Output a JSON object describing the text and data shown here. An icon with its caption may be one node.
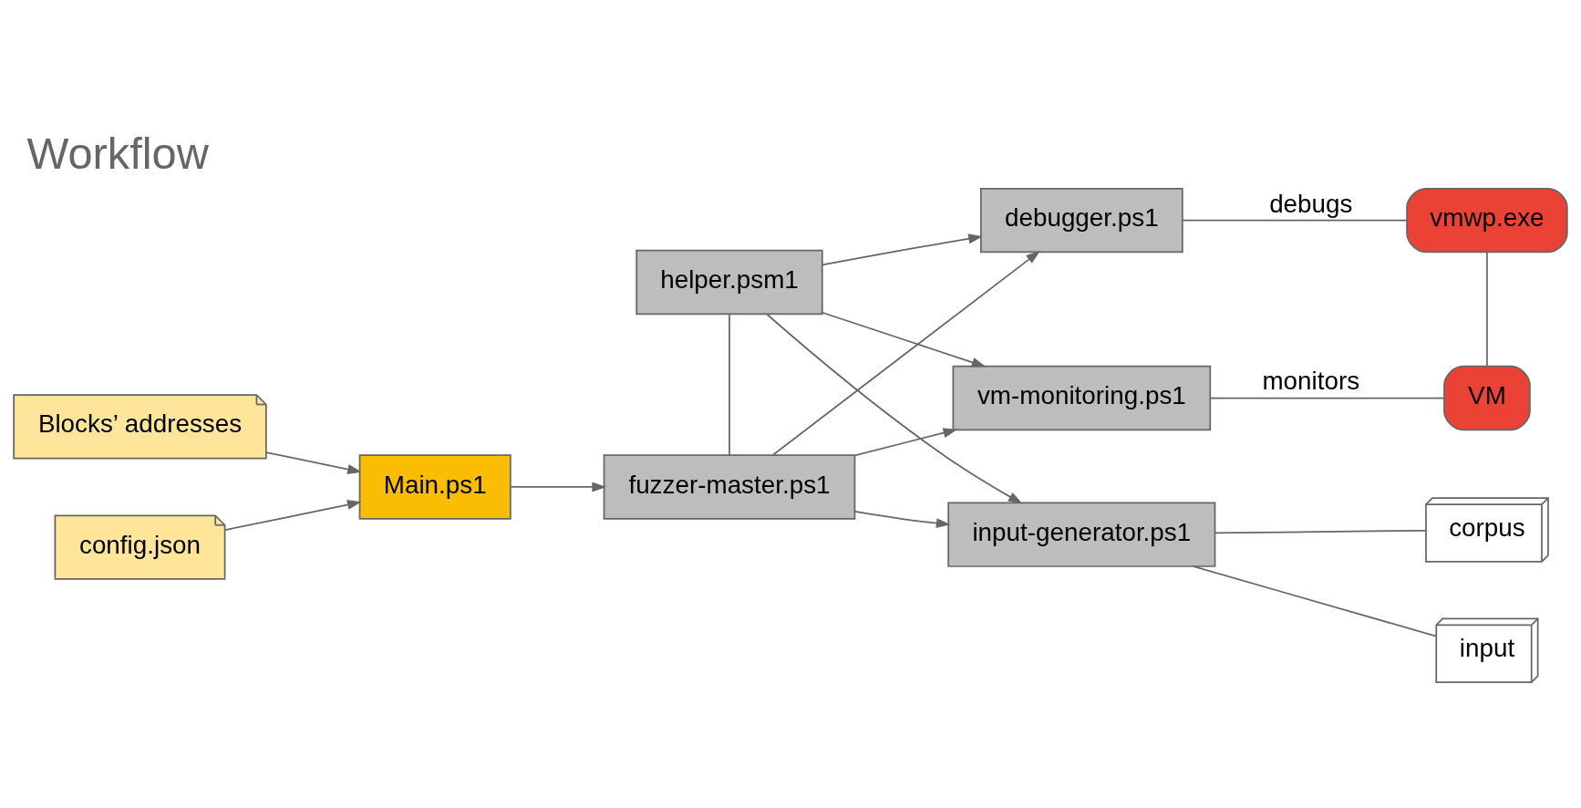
{
  "diagram": {
    "title": "Workflow",
    "nodes": [
      {
        "text": [
          "helper.psm1"
        ]
      },
      {
        "text": [
          "debugger.ps1"
        ]
      },
      {
        "text": [
          "vmwp.exe"
        ]
      },
      {
        "text": [
          "Blocks’ addresses"
        ]
      },
      {
        "text": [
          "Main.ps1"
        ]
      },
      {
        "text": [
          "fuzzer-master.ps1"
        ]
      },
      {
        "text": [
          "vm-monitoring.ps1"
        ]
      },
      {
        "text": [
          "VM"
        ]
      },
      {
        "text": [
          "config.json"
        ]
      },
      {
        "text": [
          "input-generator.ps1"
        ]
      },
      {
        "text": [
          "corpus"
        ]
      },
      {
        "text": [
          "input"
        ]
      }
    ],
    "edges": [
      {
        "from": 3,
        "to": 4,
        "arrow": "to"
      },
      {
        "from": 8,
        "to": 4,
        "arrow": "to"
      },
      {
        "from": 4,
        "to": 5,
        "arrow": "to"
      },
      {
        "from": 0,
        "to": 5,
        "arrow": "none"
      },
      {
        "from": 0,
        "to": 1,
        "arrow": "to"
      },
      {
        "from": 0,
        "to": 6,
        "arrow": "to"
      },
      {
        "from": 0,
        "to": 9,
        "arrow": "to"
      },
      {
        "from": 5,
        "to": 1,
        "arrow": "to"
      },
      {
        "from": 5,
        "to": 6,
        "arrow": "to"
      },
      {
        "from": 5,
        "to": 9,
        "arrow": "to"
      },
      {
        "from": 1,
        "to": 2,
        "arrow": "none",
        "label": "debugs"
      },
      {
        "from": 6,
        "to": 7,
        "arrow": "none",
        "label": "monitors"
      },
      {
        "from": 2,
        "to": 7,
        "arrow": "none"
      },
      {
        "from": 9,
        "to": 10,
        "arrow": "none"
      },
      {
        "from": 9,
        "to": 11,
        "arrow": "none"
      }
    ]
  }
}
